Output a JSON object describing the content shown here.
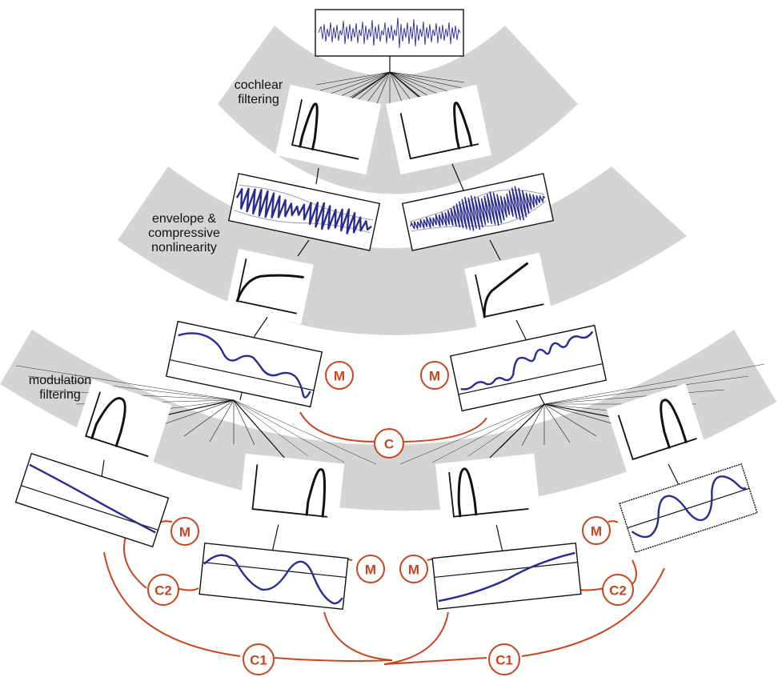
{
  "stages": {
    "cochlear": "cochlear\nfiltering",
    "envelope": "envelope &\ncompressive\nnonlinearity",
    "modulation": "modulation\nfiltering"
  },
  "badges": {
    "m": "M",
    "c": "C",
    "c1": "C1",
    "c2": "C2"
  },
  "colors": {
    "band": "#d4d4d4",
    "signal": "#2b2c8f",
    "correlation": "#c8461f"
  }
}
